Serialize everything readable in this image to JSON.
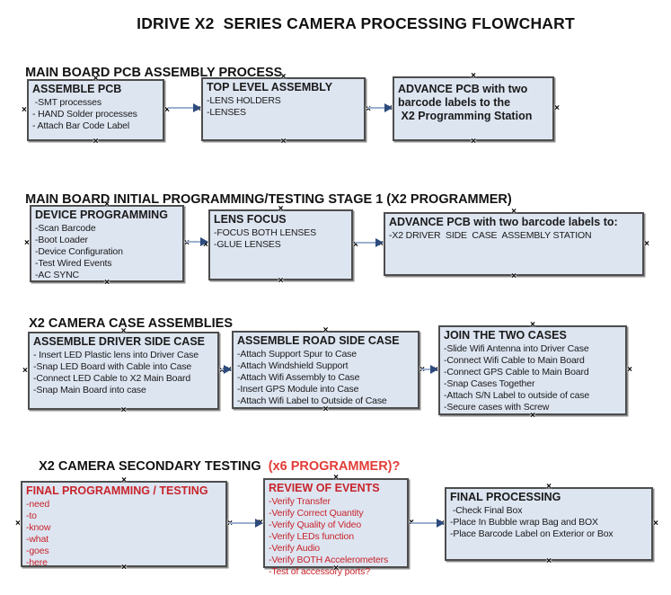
{
  "title": "IDRIVE X2  SERIES CAMERA PROCESSING FLOWCHART",
  "icons": {
    "connection_point": "×"
  },
  "colors": {
    "box_fill": "#dde5f1",
    "box_border": "#4d4d4d",
    "red_text": "#c8242b",
    "heading_red": "#e23d38",
    "arrow_line": "#9bb0cd",
    "arrow_head": "#2e4b7e"
  },
  "sections": [
    {
      "heading": "MAIN BOARD PCB ASSEMBLY PROCESS",
      "boxes": [
        {
          "title": "ASSEMBLE PCB",
          "lines": [
            " -SMT processes",
            "- HAND Solder processes",
            "- Attach Bar Code Label"
          ]
        },
        {
          "title": "TOP LEVEL ASSEMBLY",
          "lines": [
            "-LENS HOLDERS",
            "-LENSES"
          ]
        },
        {
          "title": "ADVANCE PCB with two\nbarcode labels to the\n X2 Programming Station",
          "lines": []
        }
      ]
    },
    {
      "heading": "MAIN BOARD INITIAL PROGRAMMING/TESTING STAGE 1 (X2 PROGRAMMER)",
      "boxes": [
        {
          "title": "DEVICE PROGRAMMING",
          "lines": [
            "-Scan Barcode",
            "-Boot Loader",
            "-Device Configuration",
            "-Test Wired Events",
            "-AC SYNC"
          ]
        },
        {
          "title": "LENS FOCUS",
          "lines": [
            "-FOCUS BOTH LENSES",
            "-GLUE LENSES"
          ]
        },
        {
          "title": "ADVANCE PCB with two barcode labels to:",
          "lines": [
            "-X2 DRIVER  SIDE  CASE  ASSEMBLY STATION"
          ]
        }
      ]
    },
    {
      "heading": "X2 CAMERA CASE ASSEMBLIES",
      "boxes": [
        {
          "title": "ASSEMBLE DRIVER SIDE CASE",
          "lines": [
            "- Insert LED Plastic lens into Driver Case",
            "-Snap LED Board with Cable into Case",
            "-Connect LED Cable to X2 Main Board",
            "-Snap Main Board into case"
          ]
        },
        {
          "title": "ASSEMBLE ROAD SIDE CASE",
          "lines": [
            "-Attach Support Spur to Case",
            "-Attach Windshield Support",
            "-Attach Wifi Assembly to Case",
            "-Insert GPS Module into Case",
            "-Attach Wifi Label to Outside of Case"
          ]
        },
        {
          "title": "JOIN THE TWO CASES",
          "lines": [
            "-Slide Wifi Antenna into Driver Case",
            "-Connect Wifi Cable to Main Board",
            "-Connect GPS Cable to Main Board",
            "-Snap Cases Together",
            "-Attach S/N Label to outside of case",
            "-Secure cases with Screw"
          ]
        }
      ]
    },
    {
      "heading": "X2 CAMERA SECONDARY TESTING  ",
      "heading_red": "(x6 PROGRAMMER)?",
      "boxes": [
        {
          "title": "FINAL PROGRAMMING / TESTING",
          "lines": [
            "-need",
            "-to",
            "-know",
            "-what",
            "-goes",
            "-here"
          ]
        },
        {
          "title": "REVIEW OF EVENTS",
          "lines": [
            "-Verify Transfer",
            "-Verify Correct Quantity",
            "-Verify Quality of Video",
            "-Verify LEDs function",
            "-Verify Audio",
            "-Verify BOTH Accelerometers",
            "-Test of accessory ports?"
          ]
        },
        {
          "title": "FINAL PROCESSING",
          "lines": [
            " -Check Final Box",
            "-Place In Bubble wrap Bag and BOX",
            "-Place Barcode Label on Exterior or Box"
          ]
        }
      ]
    }
  ]
}
